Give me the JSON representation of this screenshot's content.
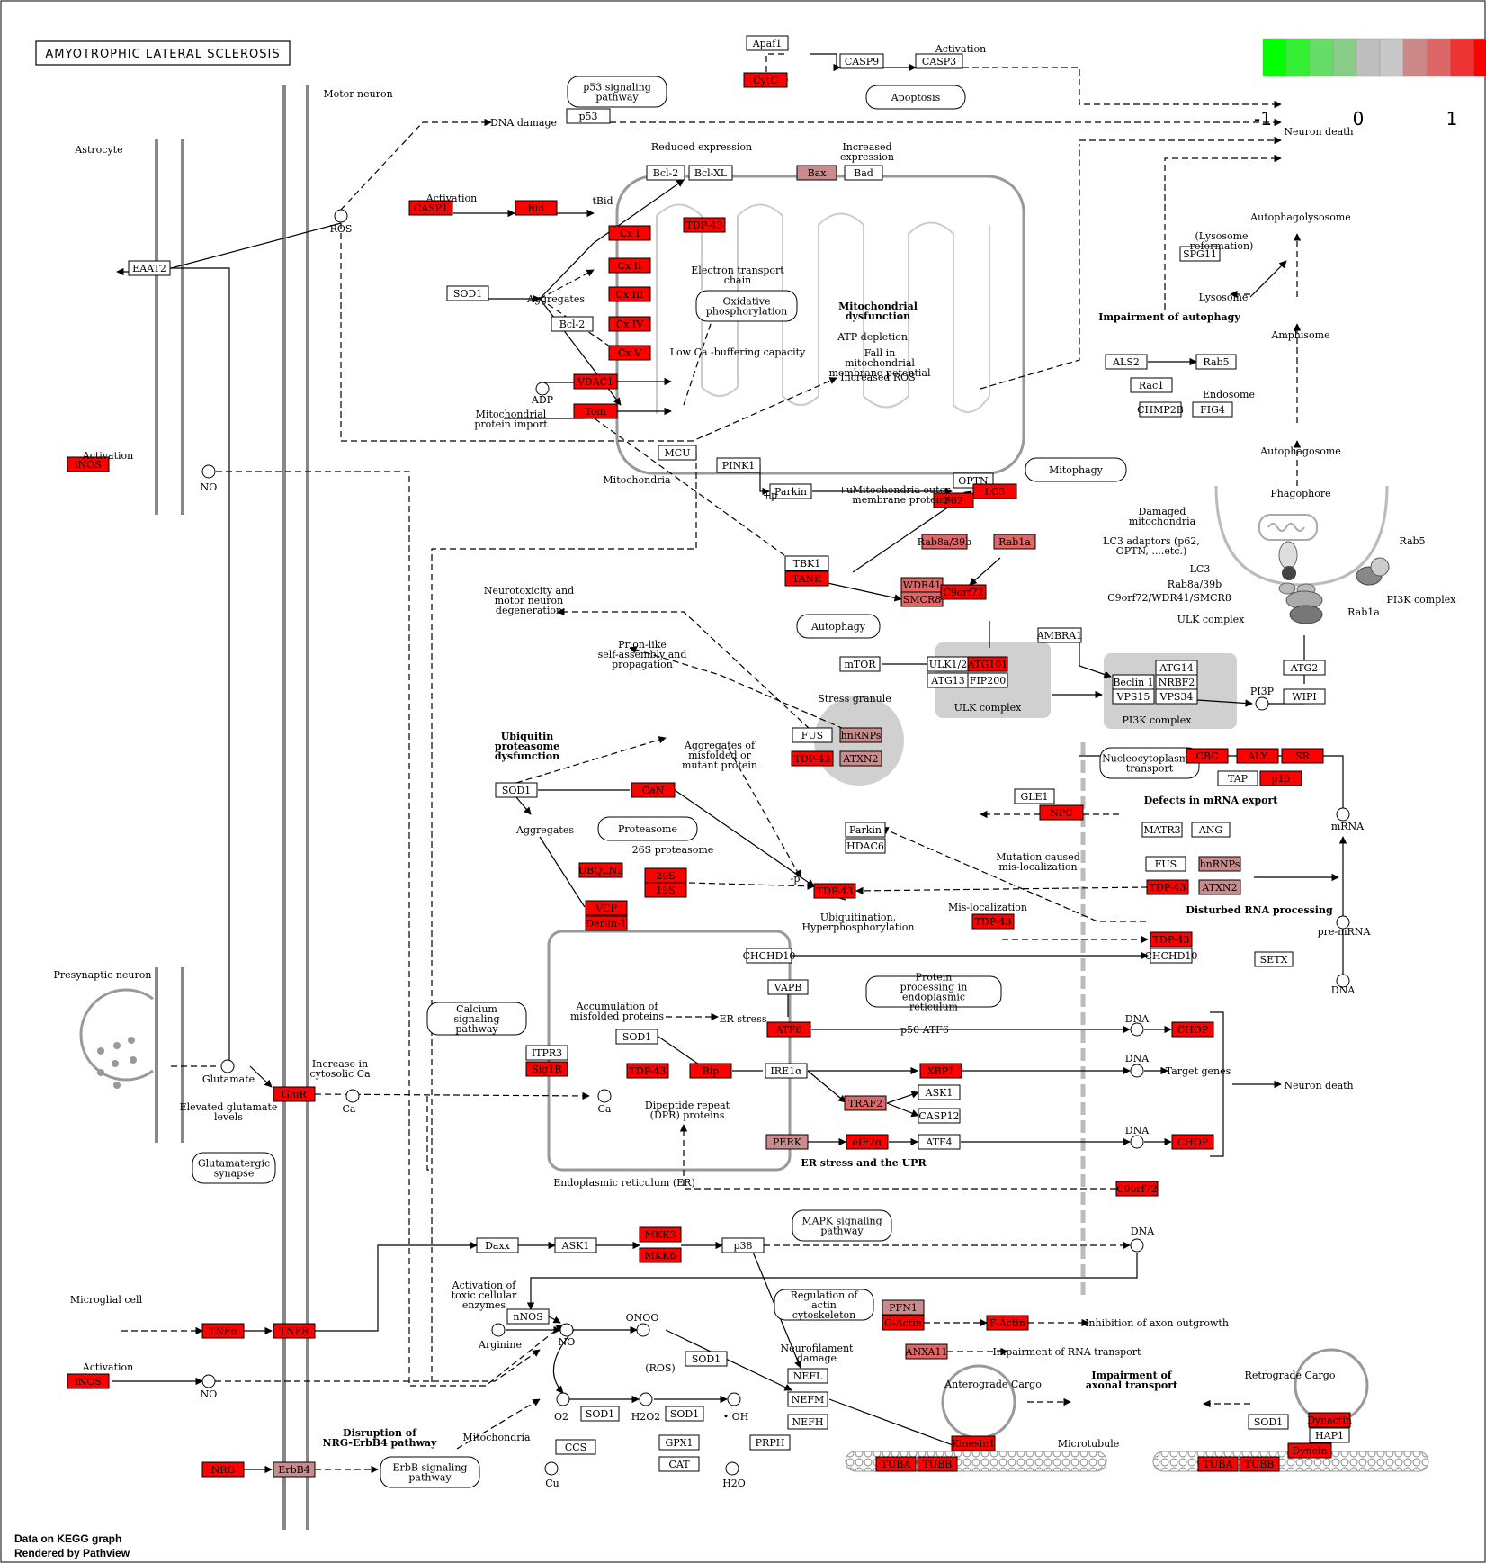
{
  "title": "AMYOTROPHIC LATERAL SCLEROSIS",
  "legend": {
    "min": "-1",
    "mid": "0",
    "max": "1",
    "colors": [
      "#00ff00",
      "#33ee33",
      "#66dd66",
      "#88cc88",
      "#bebebe",
      "#c8c8c8",
      "#cc8888",
      "#dd6666",
      "#ee3333",
      "#ff0000"
    ]
  },
  "footer": {
    "line1": "Data on KEGG graph",
    "line2": "Rendered by Pathview"
  },
  "colors": {
    "high": "#ff0000",
    "mid": "#e06666",
    "light": "#c98b8b",
    "none": "#ffffff",
    "compartment": "#d0d0d0",
    "membrane": "#888888"
  },
  "genes": [
    {
      "id": "apaf1",
      "label": "Apaf1",
      "c": "none"
    },
    {
      "id": "cytc",
      "label": "CytC",
      "c": "high"
    },
    {
      "id": "casp9",
      "label": "CASP9",
      "c": "none"
    },
    {
      "id": "casp3",
      "label": "CASP3",
      "c": "none"
    },
    {
      "id": "p53",
      "label": "p53",
      "c": "none"
    },
    {
      "id": "bcl2a",
      "label": "Bcl-2",
      "c": "none"
    },
    {
      "id": "bclxl",
      "label": "Bcl-XL",
      "c": "none"
    },
    {
      "id": "bax",
      "label": "Bax",
      "c": "light"
    },
    {
      "id": "bad",
      "label": "Bad",
      "c": "none"
    },
    {
      "id": "casp1",
      "label": "CASP1",
      "c": "high"
    },
    {
      "id": "bid",
      "label": "Bid",
      "c": "high"
    },
    {
      "id": "cx1",
      "label": "Cx I",
      "c": "high"
    },
    {
      "id": "tdp43a",
      "label": "TDP-43",
      "c": "high"
    },
    {
      "id": "cx2",
      "label": "Cx II",
      "c": "high"
    },
    {
      "id": "cx3",
      "label": "Cx III",
      "c": "high"
    },
    {
      "id": "cx4",
      "label": "Cx IV",
      "c": "high"
    },
    {
      "id": "cx5",
      "label": "Cx V",
      "c": "high"
    },
    {
      "id": "eaat2",
      "label": "EAAT2",
      "c": "none"
    },
    {
      "id": "sod1a",
      "label": "SOD1",
      "c": "none"
    },
    {
      "id": "bcl2b",
      "label": "Bcl-2",
      "c": "none"
    },
    {
      "id": "vdac1",
      "label": "VDAC1",
      "c": "high"
    },
    {
      "id": "tom",
      "label": "Tom",
      "c": "high"
    },
    {
      "id": "inos1",
      "label": "iNOS",
      "c": "high"
    },
    {
      "id": "mcu",
      "label": "MCU",
      "c": "none"
    },
    {
      "id": "pink1",
      "label": "PINK1",
      "c": "none"
    },
    {
      "id": "parkin1",
      "label": "Parkin",
      "c": "none"
    },
    {
      "id": "optn",
      "label": "OPTN",
      "c": "none"
    },
    {
      "id": "p62a",
      "label": "P62",
      "c": "high"
    },
    {
      "id": "lc3",
      "label": "LC3",
      "c": "high"
    },
    {
      "id": "rab8",
      "label": "Rab8a/39b",
      "c": "mid"
    },
    {
      "id": "rab1a",
      "label": "Rab1a",
      "c": "mid"
    },
    {
      "id": "tbk1",
      "label": "TBK1",
      "c": "none"
    },
    {
      "id": "tank",
      "label": "TANK",
      "c": "high"
    },
    {
      "id": "wdr41",
      "label": "WDR41",
      "c": "mid"
    },
    {
      "id": "smcr8",
      "label": "SMCR8",
      "c": "mid"
    },
    {
      "id": "c9a",
      "label": "C9orf72",
      "c": "high"
    },
    {
      "id": "spg11",
      "label": "SPG11",
      "c": "none"
    },
    {
      "id": "als2",
      "label": "ALS2",
      "c": "none"
    },
    {
      "id": "rab5",
      "label": "Rab5",
      "c": "none"
    },
    {
      "id": "rac1",
      "label": "Rac1",
      "c": "none"
    },
    {
      "id": "chmp2b",
      "label": "CHMP2B",
      "c": "none"
    },
    {
      "id": "fig4",
      "label": "FIG4",
      "c": "none"
    },
    {
      "id": "ambra1",
      "label": "AMBRA1",
      "c": "none"
    },
    {
      "id": "mtor",
      "label": "mTOR",
      "c": "none"
    },
    {
      "id": "ulk12",
      "label": "ULK1/2",
      "c": "none"
    },
    {
      "id": "atg101",
      "label": "ATG101",
      "c": "high"
    },
    {
      "id": "atg13",
      "label": "ATG13",
      "c": "none"
    },
    {
      "id": "fip200",
      "label": "FIP200",
      "c": "none"
    },
    {
      "id": "atg14",
      "label": "ATG14",
      "c": "none"
    },
    {
      "id": "beclin1",
      "label": "Beclin 1",
      "c": "none"
    },
    {
      "id": "nrbf2",
      "label": "NRBF2",
      "c": "none"
    },
    {
      "id": "vps15",
      "label": "VPS15",
      "c": "none"
    },
    {
      "id": "vps34",
      "label": "VPS34",
      "c": "none"
    },
    {
      "id": "atg2",
      "label": "ATG2",
      "c": "none"
    },
    {
      "id": "wipi",
      "label": "WIPI",
      "c": "none"
    },
    {
      "id": "fus1",
      "label": "FUS",
      "c": "none"
    },
    {
      "id": "hnrnp1",
      "label": "hnRNPs",
      "c": "light"
    },
    {
      "id": "tdp43b",
      "label": "TDP-43",
      "c": "high"
    },
    {
      "id": "atxn2a",
      "label": "ATXN2",
      "c": "light"
    },
    {
      "id": "cbc",
      "label": "CBC",
      "c": "high"
    },
    {
      "id": "aly",
      "label": "ALY",
      "c": "high"
    },
    {
      "id": "sr",
      "label": "SR",
      "c": "high"
    },
    {
      "id": "tap",
      "label": "TAP",
      "c": "none"
    },
    {
      "id": "p15",
      "label": "p15",
      "c": "high"
    },
    {
      "id": "gle1",
      "label": "GLE1",
      "c": "none"
    },
    {
      "id": "npc",
      "label": "NPC",
      "c": "high"
    },
    {
      "id": "matr3",
      "label": "MATR3",
      "c": "none"
    },
    {
      "id": "ang",
      "label": "ANG",
      "c": "none"
    },
    {
      "id": "fus2",
      "label": "FUS",
      "c": "none"
    },
    {
      "id": "hnrnp2",
      "label": "hnRNPs",
      "c": "light"
    },
    {
      "id": "tdp43c",
      "label": "TDP-43",
      "c": "high"
    },
    {
      "id": "atxn2b",
      "label": "ATXN2",
      "c": "light"
    },
    {
      "id": "setx",
      "label": "SETX",
      "c": "none"
    },
    {
      "id": "sod1b",
      "label": "SOD1",
      "c": "none"
    },
    {
      "id": "can",
      "label": "CaN",
      "c": "high"
    },
    {
      "id": "parkin2",
      "label": "Parkin",
      "c": "none"
    },
    {
      "id": "hdac6",
      "label": "HDAC6",
      "c": "none"
    },
    {
      "id": "ubqln2",
      "label": "UBQLN2",
      "c": "high"
    },
    {
      "id": "s20",
      "label": "20S",
      "c": "high"
    },
    {
      "id": "s19",
      "label": "19S",
      "c": "high"
    },
    {
      "id": "tdp43d",
      "label": "TDP-43",
      "c": "high"
    },
    {
      "id": "vcp",
      "label": "VCP",
      "c": "high"
    },
    {
      "id": "derlin1",
      "label": "Derlin-1",
      "c": "high"
    },
    {
      "id": "tdp43e",
      "label": "TDP-43",
      "c": "high"
    },
    {
      "id": "tdp43f",
      "label": "TDP-43",
      "c": "high"
    },
    {
      "id": "chchd10a",
      "label": "CHCHD10",
      "c": "none"
    },
    {
      "id": "chchd10b",
      "label": "CHCHD10",
      "c": "none"
    },
    {
      "id": "vapb",
      "label": "VAPB",
      "c": "none"
    },
    {
      "id": "sod1c",
      "label": "SOD1",
      "c": "none"
    },
    {
      "id": "itpr3",
      "label": "ITPR3",
      "c": "none"
    },
    {
      "id": "sig1r",
      "label": "Sig1R",
      "c": "high"
    },
    {
      "id": "tdp43g",
      "label": "TDP-43",
      "c": "high"
    },
    {
      "id": "bip",
      "label": "Bip",
      "c": "high"
    },
    {
      "id": "atf6",
      "label": "ATF6",
      "c": "high"
    },
    {
      "id": "chop1",
      "label": "CHOP",
      "c": "high"
    },
    {
      "id": "ire1a",
      "label": "IRE1α",
      "c": "none"
    },
    {
      "id": "xbp1",
      "label": "XBP1",
      "c": "high"
    },
    {
      "id": "traf2",
      "label": "TRAF2",
      "c": "mid"
    },
    {
      "id": "ask1a",
      "label": "ASK1",
      "c": "none"
    },
    {
      "id": "casp12",
      "label": "CASP12",
      "c": "none"
    },
    {
      "id": "perk",
      "label": "PERK",
      "c": "light"
    },
    {
      "id": "eif2a",
      "label": "eIF2α",
      "c": "high"
    },
    {
      "id": "atf4",
      "label": "ATF4",
      "c": "none"
    },
    {
      "id": "chop2",
      "label": "CHOP",
      "c": "high"
    },
    {
      "id": "c9b",
      "label": "C9orf72",
      "c": "high"
    },
    {
      "id": "glur",
      "label": "GluR",
      "c": "high"
    },
    {
      "id": "daxx",
      "label": "Daxx",
      "c": "none"
    },
    {
      "id": "ask1b",
      "label": "ASK1",
      "c": "none"
    },
    {
      "id": "mkk3",
      "label": "MKK3",
      "c": "high"
    },
    {
      "id": "mkk6",
      "label": "MKK6",
      "c": "high"
    },
    {
      "id": "p38",
      "label": "p38",
      "c": "none"
    },
    {
      "id": "tnfa",
      "label": "TNFα",
      "c": "high"
    },
    {
      "id": "tnfr",
      "label": "TNFR",
      "c": "high"
    },
    {
      "id": "nnos",
      "label": "nNOS",
      "c": "none"
    },
    {
      "id": "inos2",
      "label": "iNOS",
      "c": "high"
    },
    {
      "id": "sod1d",
      "label": "SOD1",
      "c": "none"
    },
    {
      "id": "sod1e",
      "label": "SOD1",
      "c": "none"
    },
    {
      "id": "sod1f",
      "label": "SOD1",
      "c": "none"
    },
    {
      "id": "ccs",
      "label": "CCS",
      "c": "none"
    },
    {
      "id": "gpx1",
      "label": "GPX1",
      "c": "none"
    },
    {
      "id": "cat",
      "label": "CAT",
      "c": "none"
    },
    {
      "id": "nefl",
      "label": "NEFL",
      "c": "none"
    },
    {
      "id": "nefm",
      "label": "NEFM",
      "c": "none"
    },
    {
      "id": "nefh",
      "label": "NEFH",
      "c": "none"
    },
    {
      "id": "prph",
      "label": "PRPH",
      "c": "none"
    },
    {
      "id": "pfn1",
      "label": "PFN1",
      "c": "light"
    },
    {
      "id": "gactin",
      "label": "G-Actin",
      "c": "high"
    },
    {
      "id": "factin",
      "label": "F-Actin",
      "c": "high"
    },
    {
      "id": "anxa11",
      "label": "ANXA11",
      "c": "mid"
    },
    {
      "id": "kinesin1",
      "label": "Kinesin1",
      "c": "high"
    },
    {
      "id": "tuba1",
      "label": "TUBA",
      "c": "high"
    },
    {
      "id": "tubb1",
      "label": "TUBB",
      "c": "high"
    },
    {
      "id": "sod1g",
      "label": "SOD1",
      "c": "none"
    },
    {
      "id": "dynactin",
      "label": "Dynactin",
      "c": "high"
    },
    {
      "id": "hap1",
      "label": "HAP1",
      "c": "none"
    },
    {
      "id": "dynein",
      "label": "Dynein",
      "c": "high"
    },
    {
      "id": "tuba2",
      "label": "TUBA",
      "c": "high"
    },
    {
      "id": "tubb2",
      "label": "TUBB",
      "c": "high"
    },
    {
      "id": "nrg",
      "label": "NRG",
      "c": "high"
    },
    {
      "id": "erbb4",
      "label": "ErbB4",
      "c": "light"
    }
  ],
  "maps": [
    {
      "id": "p53sig",
      "label": "p53 signaling pathway"
    },
    {
      "id": "apoptosis",
      "label": "Apoptosis"
    },
    {
      "id": "oxphos",
      "label": "Oxidative phosphorylation"
    },
    {
      "id": "mitophagy",
      "label": "Mitophagy"
    },
    {
      "id": "autophagy",
      "label": "Autophagy"
    },
    {
      "id": "nucleo",
      "label": "Nucleocytoplasmic transport"
    },
    {
      "id": "proteasome",
      "label": "Proteasome"
    },
    {
      "id": "calcium",
      "label": "Calcium signaling pathway"
    },
    {
      "id": "protproc",
      "label": "Protein processing in endoplasmic reticulum"
    },
    {
      "id": "glutsyn",
      "label": "Glutamatergic synapse"
    },
    {
      "id": "mapk",
      "label": "MAPK signaling pathway"
    },
    {
      "id": "actin",
      "label": "Regulation of actin cytoskeleton"
    },
    {
      "id": "erbbsig",
      "label": "ErbB signaling pathway"
    }
  ],
  "labels": [
    {
      "id": "motor_neuron",
      "text": "Motor neuron"
    },
    {
      "id": "astrocyte",
      "text": "Astrocyte"
    },
    {
      "id": "presynaptic",
      "text": "Presynaptic neuron"
    },
    {
      "id": "microglial",
      "text": "Microglial cell"
    },
    {
      "id": "activation1",
      "text": "Activation"
    },
    {
      "id": "activation2",
      "text": "Activation"
    },
    {
      "id": "activation3",
      "text": "Activation"
    },
    {
      "id": "activation4",
      "text": "Activation"
    },
    {
      "id": "dna_damage",
      "text": "DNA damage"
    },
    {
      "id": "neuron_death1",
      "text": "Neuron death"
    },
    {
      "id": "neuron_death2",
      "text": "Neuron death"
    },
    {
      "id": "reduced_expr",
      "text": "Reduced expression"
    },
    {
      "id": "increased_expr",
      "text": "Increased expression"
    },
    {
      "id": "tbid",
      "text": "tBid"
    },
    {
      "id": "ros",
      "text": "ROS"
    },
    {
      "id": "aggregates1",
      "text": "Aggregates"
    },
    {
      "id": "aggregates2",
      "text": "Aggregates"
    },
    {
      "id": "etc",
      "text": "Electron transport chain"
    },
    {
      "id": "mito_dysf",
      "text": "Mitochondrial dysfunction"
    },
    {
      "id": "atp_depl",
      "text": "ATP depletion"
    },
    {
      "id": "low_ca",
      "text": "Low Ca -buffering capacity"
    },
    {
      "id": "fall_mmp",
      "text": "Fall in mitochondrial membrane potential"
    },
    {
      "id": "inc_ros",
      "text": "Increased ROS"
    },
    {
      "id": "adp",
      "text": "ADP"
    },
    {
      "id": "mito_import",
      "text": "Mitochondrial protein import"
    },
    {
      "id": "mitochondria1",
      "text": "Mitochondria"
    },
    {
      "id": "mitochondria2",
      "text": "Mitochondria"
    },
    {
      "id": "no1",
      "text": "NO"
    },
    {
      "id": "no2",
      "text": "NO"
    },
    {
      "id": "no3",
      "text": "NO"
    },
    {
      "id": "mito_omp",
      "text": "Mitochondria outer membrane proteins"
    },
    {
      "id": "autolyso",
      "text": "Autophagolysosome"
    },
    {
      "id": "lyso_ref",
      "text": "(Lysosome reformation)"
    },
    {
      "id": "lysosome",
      "text": "Lysosome"
    },
    {
      "id": "amphisome",
      "text": "Amphisome"
    },
    {
      "id": "impair_auto",
      "text": "Impairment of autophagy"
    },
    {
      "id": "endosome",
      "text": "Endosome"
    },
    {
      "id": "autophagosome",
      "text": "Autophagosome"
    },
    {
      "id": "phagophore",
      "text": "Phagophore"
    },
    {
      "id": "damaged_mito",
      "text": "Damaged mitochondria"
    },
    {
      "id": "lc3_adapt",
      "text": "LC3 adaptors (p62, OPTN, ....etc.)"
    },
    {
      "id": "lc3_lbl",
      "text": "LC3"
    },
    {
      "id": "rab8_lbl",
      "text": "Rab8a/39b"
    },
    {
      "id": "c9_lbl",
      "text": "C9orf72/WDR41/SMCR8"
    },
    {
      "id": "ulk_lbl",
      "text": "ULK complex"
    },
    {
      "id": "rab5_lbl",
      "text": "Rab5"
    },
    {
      "id": "rab1a_lbl",
      "text": "Rab1a"
    },
    {
      "id": "pi3k_lbl",
      "text": "PI3K complex"
    },
    {
      "id": "ulk_complex",
      "text": "ULK complex"
    },
    {
      "id": "pi3k_complex",
      "text": "PI3K complex"
    },
    {
      "id": "pi3p",
      "text": "PI3P"
    },
    {
      "id": "neurotox",
      "text": "Neurotoxicity and motor neuron degeneration"
    },
    {
      "id": "prion",
      "text": "Prion-like self-assembly and propagation"
    },
    {
      "id": "stress_granule",
      "text": "Stress granule"
    },
    {
      "id": "ups_dysf",
      "text": "Ubiquitin proteasome dysfunction"
    },
    {
      "id": "agg_misfold",
      "text": "Aggregates of misfolded or mutant protein"
    },
    {
      "id": "defects_mrna",
      "text": "Defects in mRNA export"
    },
    {
      "id": "mrna",
      "text": "mRNA"
    },
    {
      "id": "mut_cause",
      "text": "Mutation caused mis-localization"
    },
    {
      "id": "dist_rna",
      "text": "Disturbed RNA processing"
    },
    {
      "id": "pre_mrna",
      "text": "pre-mRNA"
    },
    {
      "id": "dna_r",
      "text": "DNA"
    },
    {
      "id": "s26",
      "text": "26S proteasome"
    },
    {
      "id": "ubiq_hyper",
      "text": "Ubiquitination, Hyperphosphorylation"
    },
    {
      "id": "misloc",
      "text": "Mis-localization"
    },
    {
      "id": "accum",
      "text": "Accumulation of misfolded proteins"
    },
    {
      "id": "er_stress",
      "text": "ER stress"
    },
    {
      "id": "p50atf6",
      "text": "p50 ATF6"
    },
    {
      "id": "dna1",
      "text": "DNA"
    },
    {
      "id": "dna2",
      "text": "DNA"
    },
    {
      "id": "dna3",
      "text": "DNA"
    },
    {
      "id": "dna4",
      "text": "DNA"
    },
    {
      "id": "target_genes",
      "text": "Target genes"
    },
    {
      "id": "er_upr",
      "text": "ER stress and the UPR"
    },
    {
      "id": "er_lbl",
      "text": "Endoplasmic reticulum (ER)"
    },
    {
      "id": "dpr",
      "text": "Dipeptide repeat (DPR) proteins"
    },
    {
      "id": "glutamate",
      "text": "Glutamate"
    },
    {
      "id": "elev_glu",
      "text": "Elevated glutamate levels"
    },
    {
      "id": "inc_ca",
      "text": "Increase in cytosolic Ca"
    },
    {
      "id": "ca1",
      "text": "Ca"
    },
    {
      "id": "ca2",
      "text": "Ca"
    },
    {
      "id": "toxic_enz",
      "text": "Activation of toxic cellular enzymes"
    },
    {
      "id": "arginine",
      "text": "Arginine"
    },
    {
      "id": "onoo",
      "text": "ONOO"
    },
    {
      "id": "ros2",
      "text": "(ROS)"
    },
    {
      "id": "o2",
      "text": "O2"
    },
    {
      "id": "h2o2",
      "text": "H2O2"
    },
    {
      "id": "oh",
      "text": "• OH"
    },
    {
      "id": "h2o",
      "text": "H2O"
    },
    {
      "id": "cu",
      "text": "Cu"
    },
    {
      "id": "neurofil",
      "text": "Neurofilament damage"
    },
    {
      "id": "inhib_axon",
      "text": "Inhibition of axon outgrowth"
    },
    {
      "id": "impair_rna",
      "text": "Impairment of RNA transport"
    },
    {
      "id": "antero",
      "text": "Anterograde Cargo"
    },
    {
      "id": "retro",
      "text": "Retrograde Cargo"
    },
    {
      "id": "impair_axonal",
      "text": "Impairment of axonal transport"
    },
    {
      "id": "microtubule",
      "text": "Microtubule"
    },
    {
      "id": "disrupt_nrg",
      "text": "Disruption of NRG-ErbB4 pathway"
    },
    {
      "id": "plus_p",
      "text": "+p"
    },
    {
      "id": "plus_u",
      "text": "+u"
    },
    {
      "id": "minus_p",
      "text": "-p"
    }
  ]
}
